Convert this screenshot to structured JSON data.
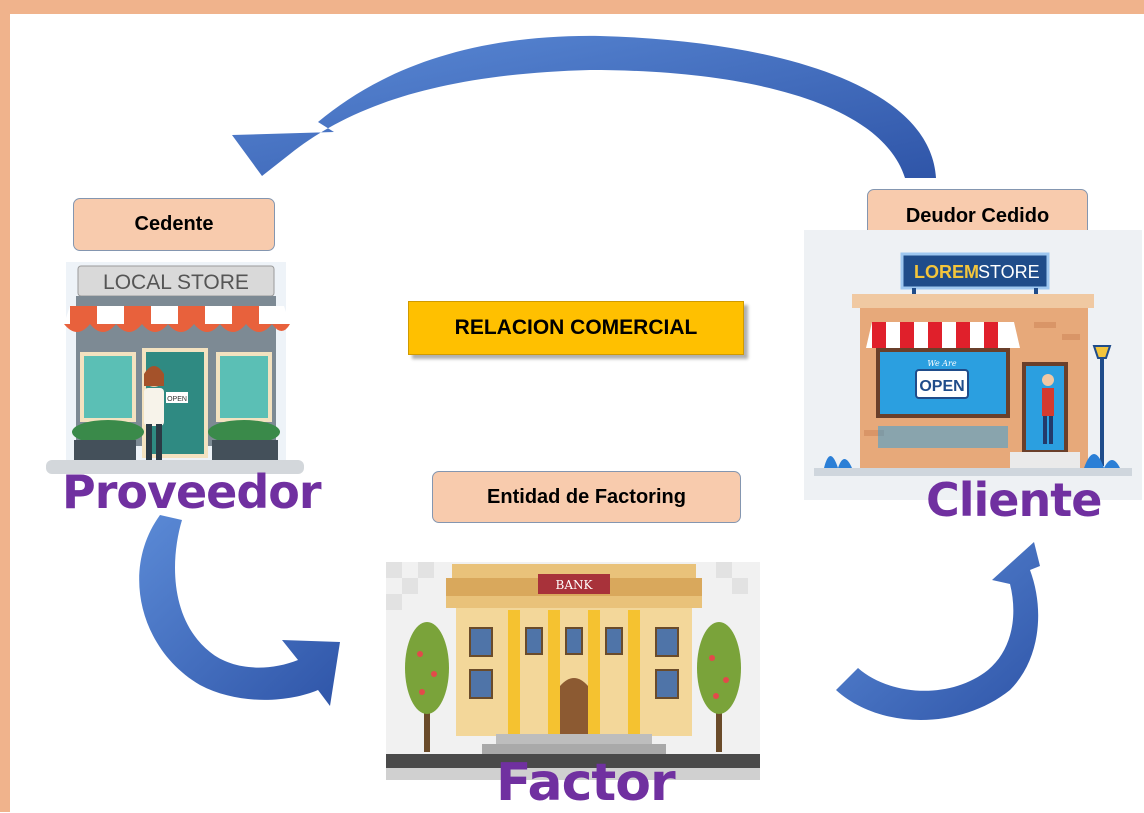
{
  "labels": {
    "cedente": "Cedente",
    "deudor_cedido": "Deudor Cedido",
    "entidad_factoring": "Entidad de Factoring",
    "relacion": "RELACION COMERCIAL"
  },
  "names": {
    "proveedor": "Proveedor",
    "cliente": "Cliente",
    "factor": "Factor"
  },
  "signs": {
    "local_store": "LOCAL STORE",
    "lorem_store_1": "LOREM",
    "lorem_store_2": "STORE",
    "bank": "BANK",
    "open_small": "OPEN",
    "open_big": "OPEN",
    "we_are": "We Are"
  },
  "colors": {
    "frame": "#f0b38c",
    "tag_fill": "#f8cbad",
    "tag_border": "#8496b0",
    "arrow": "#3f6cc4",
    "name_text": "#7030a0",
    "relation_fill": "#ffc000"
  }
}
